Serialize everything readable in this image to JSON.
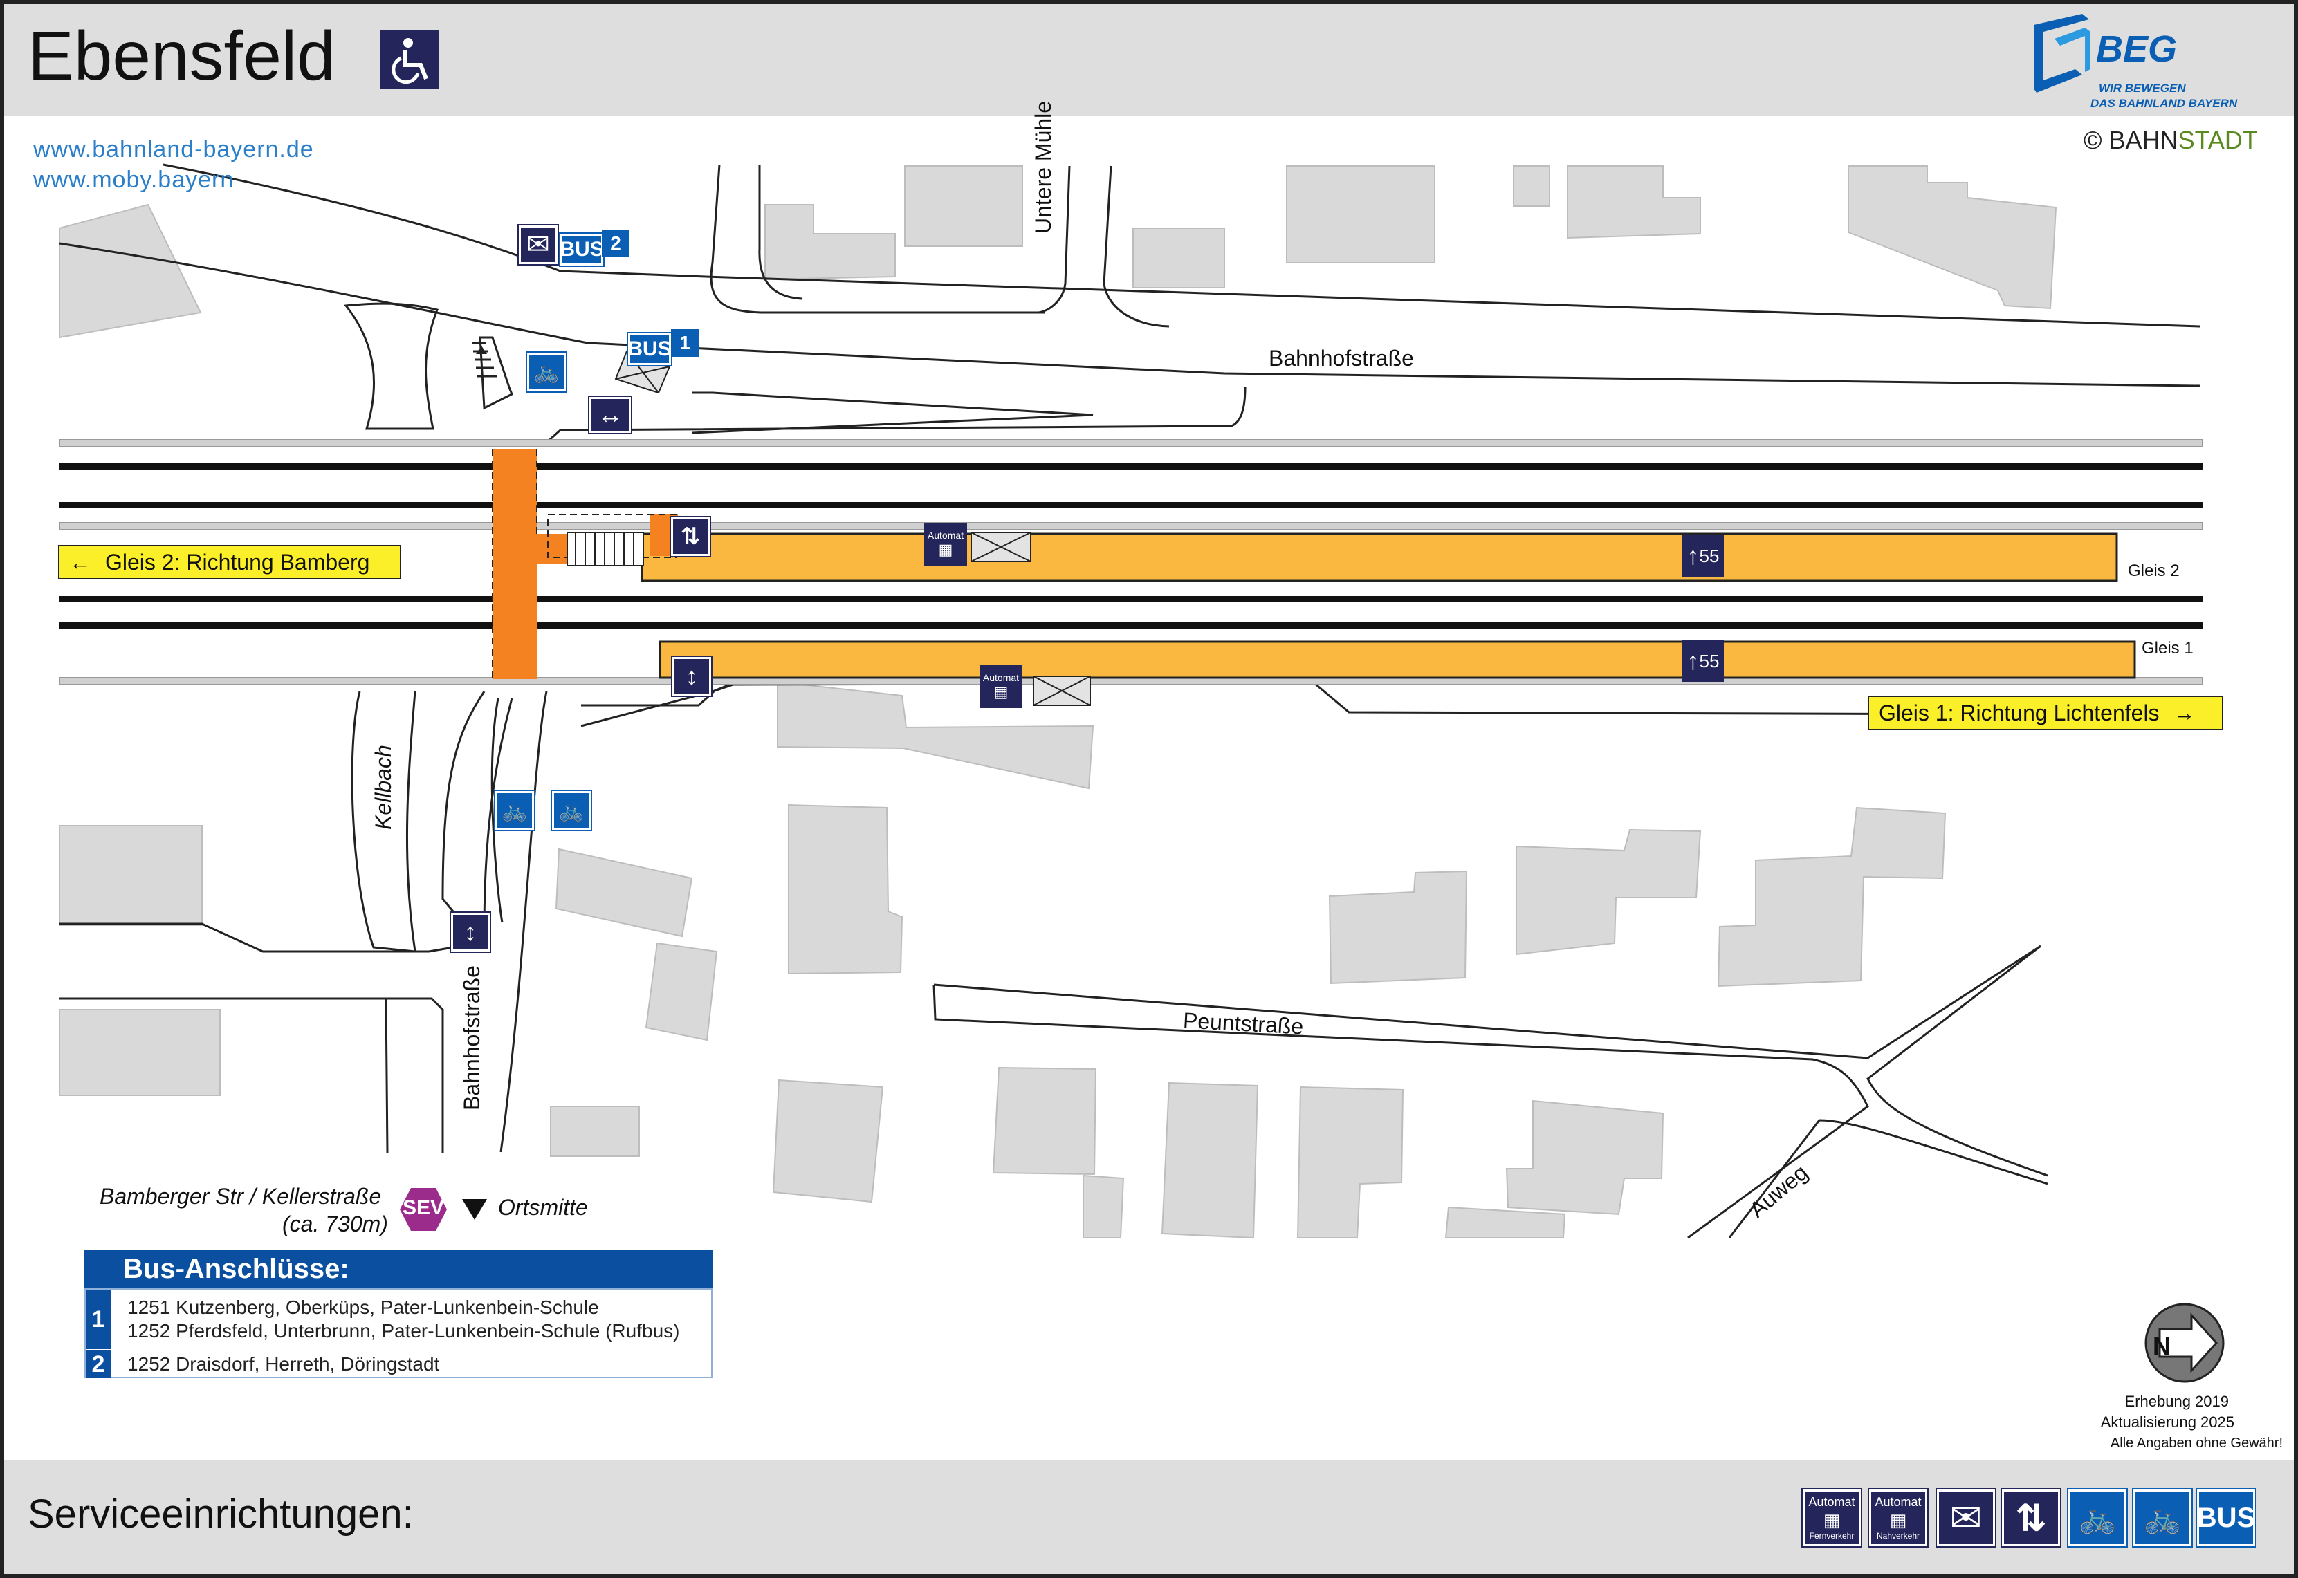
{
  "header": {
    "station_name": "Ebensfeld",
    "accessibility_icon": "wheelchair-icon",
    "logo_text": "BEG",
    "logo_slogan_1": "WIR BEWEGEN",
    "logo_slogan_2": "DAS BAHNLAND BAYERN",
    "url_1": "www.bahnland-bayern.de",
    "url_2": "www.moby.bayern",
    "copyright_symbol": "©",
    "copyright_bahn": "BAHN",
    "copyright_stadt": "STADT"
  },
  "streets": {
    "bahnhofstrasse_top": "Bahnhofstraße",
    "untere_muehle": "Untere Mühle",
    "kellbach": "Kellbach",
    "bahnhofstrasse_left": "Bahnhofstraße",
    "peuntstrasse": "Peuntstraße",
    "auweg": "Auweg"
  },
  "platforms": {
    "gleis_2_sign": "Gleis 2: Richtung Bamberg",
    "gleis_1_sign": "Gleis 1: Richtung Lichtenfels",
    "gleis_2_label": "Gleis 2",
    "gleis_1_label": "Gleis 1",
    "platform_height_2": "55",
    "platform_height_1": "55",
    "automat_label": "Automat"
  },
  "bus_stops": {
    "stop_1": "1",
    "stop_2": "2",
    "bus_text": "BUS"
  },
  "sev": {
    "location_line_1": "Bamberger Str / Kellerstraße",
    "location_line_2": "(ca. 730m)",
    "badge": "SEV",
    "direction_label": "Ortsmitte"
  },
  "bus_connections": {
    "heading": "Bus-Anschlüsse:",
    "rows": [
      {
        "stop": "1",
        "line_1": "1251 Kutzenberg, Oberküps, Pater-Lunkenbein-Schule",
        "line_2": "1252 Pferdsfeld, Unterbrunn, Pater-Lunkenbein-Schule (Rufbus)"
      },
      {
        "stop": "2",
        "line_1": "1252 Draisdorf, Herreth, Döringstadt"
      }
    ]
  },
  "meta": {
    "survey": "Erhebung 2019",
    "update": "Aktualisierung 2025",
    "disclaimer": "Alle Angaben ohne Gewähr!",
    "compass_letter": "N"
  },
  "footer": {
    "title": "Serviceeinrichtungen:",
    "legend": [
      {
        "icon": "ticket-machine-long-distance-icon",
        "top": "Automat",
        "bottom": "Fernverkehr"
      },
      {
        "icon": "ticket-machine-regional-icon",
        "top": "Automat",
        "bottom": "Nahverkehr"
      },
      {
        "icon": "shelter-icon"
      },
      {
        "icon": "platform-access-icon"
      },
      {
        "icon": "bike-parking-covered-icon"
      },
      {
        "icon": "bike-parking-icon"
      },
      {
        "icon": "bus-icon",
        "top": "BUS"
      }
    ]
  },
  "colors": {
    "header_bg": "#dedede",
    "platform": "#fbb840",
    "underpass": "#f58220",
    "building": "#d9d9d9",
    "icon_dark": "#24265b",
    "icon_blue": "#0a5fb4",
    "sign_yellow": "#fbef29",
    "sev_badge": "#9b2c8c"
  }
}
